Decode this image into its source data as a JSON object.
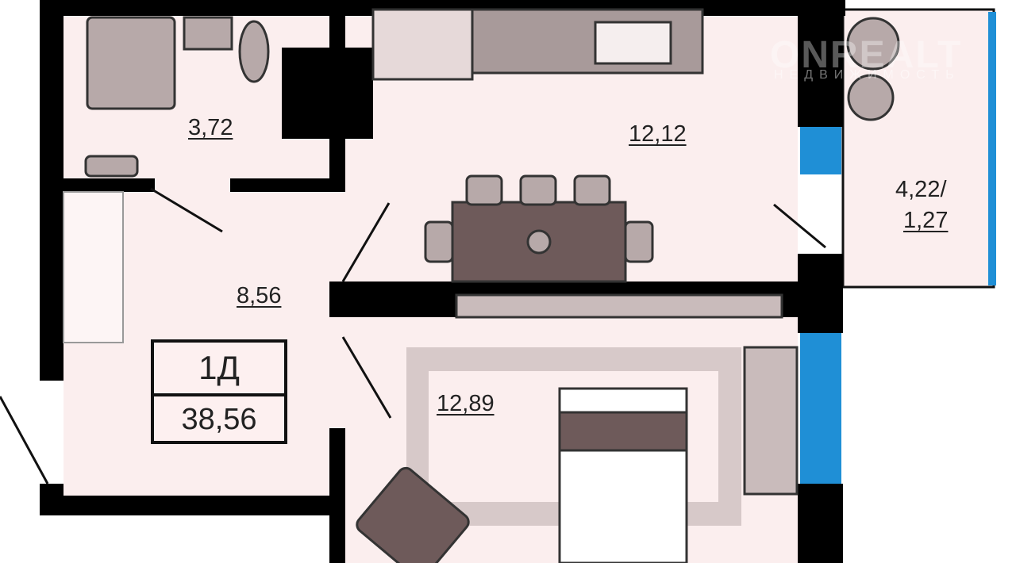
{
  "apartment": {
    "type": "1Д",
    "total_area": "38,56"
  },
  "rooms": {
    "bathroom": "3,72",
    "kitchen": "12,12",
    "hallway": "8,56",
    "bedroom": "12,89",
    "balcony": "4,22/\n1,27"
  },
  "balcony_parts": [
    "4,22/",
    "1,27"
  ],
  "watermark": {
    "brand": "ONREALT",
    "sub": "НЕДВИЖИМОСТЬ"
  },
  "colors": {
    "floor": "#fbeeee",
    "wall": "#000000",
    "furniture": "#6e5a5a",
    "window": "#1f8fd6"
  }
}
